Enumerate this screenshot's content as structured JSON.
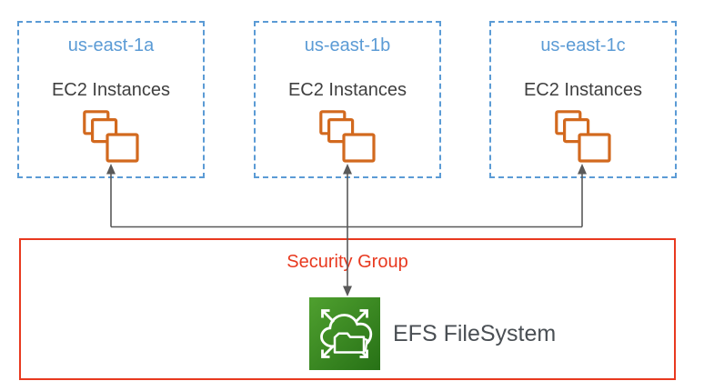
{
  "zones": [
    {
      "label": "us-east-1a",
      "service": "EC2 Instances"
    },
    {
      "label": "us-east-1b",
      "service": "EC2 Instances"
    },
    {
      "label": "us-east-1c",
      "service": "EC2 Instances"
    }
  ],
  "security_group": {
    "label": "Security Group"
  },
  "efs": {
    "label": "EFS FileSystem"
  },
  "icons": {
    "ec2": "ec2-instances-stack-icon",
    "efs": "efs-service-icon",
    "connector": "arrow-connector"
  },
  "colors": {
    "zone_border": "#5B9BD5",
    "zone_label_text": "#5B9BD5",
    "body_text": "#3F3F3F",
    "ec2_icon_orange": "#D2691E",
    "security_group_red": "#E8391F",
    "connector_gray": "#595959",
    "efs_green_start": "#4FA02F",
    "efs_green_end": "#277116",
    "efs_label_text": "#4A4F54"
  }
}
